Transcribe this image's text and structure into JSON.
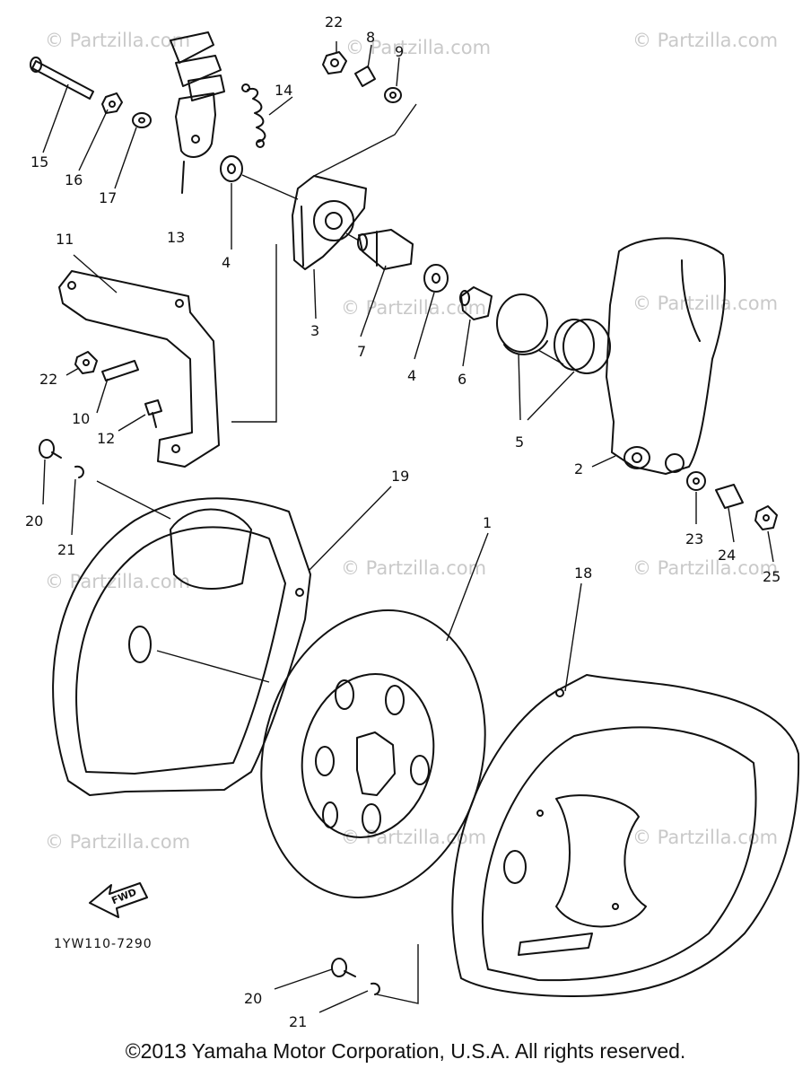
{
  "watermark": "© Partzilla.com",
  "diagram_code": "1YW110-7290",
  "direction_label": "FWD",
  "copyright": "©2013 Yamaha Motor Corporation, U.S.A. All rights reserved.",
  "callouts": {
    "p1": "1",
    "p2": "2",
    "p3": "3",
    "p4a": "4",
    "p4b": "4",
    "p5": "5",
    "p6": "6",
    "p7": "7",
    "p8": "8",
    "p9": "9",
    "p10": "10",
    "p11": "11",
    "p12": "12",
    "p13": "13",
    "p14": "14",
    "p15": "15",
    "p16": "16",
    "p17": "17",
    "p18": "18",
    "p19": "19",
    "p20a": "20",
    "p20b": "20",
    "p21a": "21",
    "p21b": "21",
    "p22a": "22",
    "p22b": "22",
    "p23": "23",
    "p24": "24",
    "p25": "25"
  }
}
